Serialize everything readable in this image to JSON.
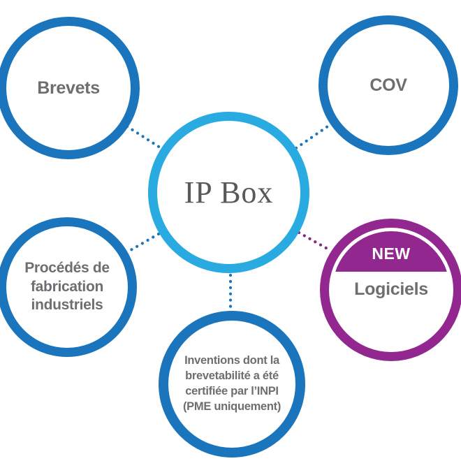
{
  "diagram": {
    "center": {
      "label": "IP Box"
    },
    "nodes": [
      {
        "id": "brevets",
        "label": "Brevets"
      },
      {
        "id": "cov",
        "label": "COV"
      },
      {
        "id": "procedes",
        "label": "Procédés de\nfabrication\nindustriels"
      },
      {
        "id": "inventions",
        "label": "Inventions dont la\nbrevetabilité a été\ncertifiée par l’INPI\n(PME uniquement)"
      },
      {
        "id": "logiciels",
        "label": "Logiciels",
        "badge": "NEW"
      }
    ],
    "colors": {
      "satellite_ring_blue": "#1b75bc",
      "center_ring_cyan": "#29abe2",
      "logiciels_purple": "#92278f",
      "purple_connector": "#822a7c",
      "label_gray": "#6d6e71",
      "title_gray": "#58595b",
      "badge_text": "#ffffff"
    }
  }
}
